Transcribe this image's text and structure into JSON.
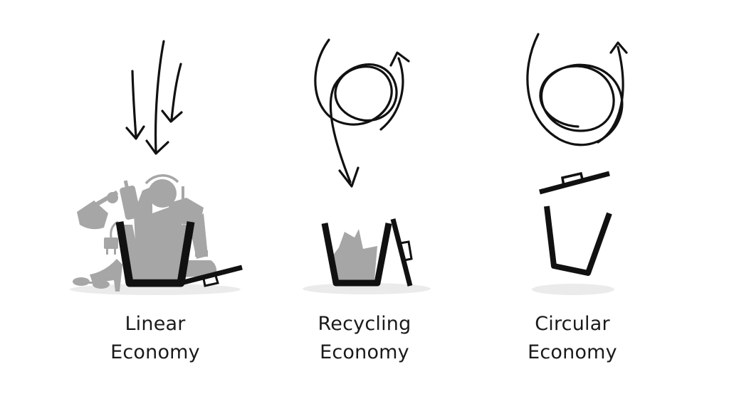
{
  "colors": {
    "ink": "#111111",
    "garbage": "#a6a6a6",
    "shadow": "#ebebeb",
    "background": "#ffffff"
  },
  "panels": [
    {
      "id": "linear",
      "label_line1": "Linear",
      "label_line2": "Economy",
      "icons": [
        "straight-arrows-icon",
        "overflowing-trash-bin-icon",
        "garbage-pile-icon",
        "open-lid-icon"
      ]
    },
    {
      "id": "recycling",
      "label_line1": "Recycling",
      "label_line2": "Economy",
      "icons": [
        "looping-arrow-icon",
        "partly-filled-trash-bin-icon",
        "open-lid-icon"
      ]
    },
    {
      "id": "circular",
      "label_line1": "Circular",
      "label_line2": "Economy",
      "icons": [
        "circular-arrow-icon",
        "empty-trash-bin-icon",
        "floating-lid-icon"
      ]
    }
  ]
}
